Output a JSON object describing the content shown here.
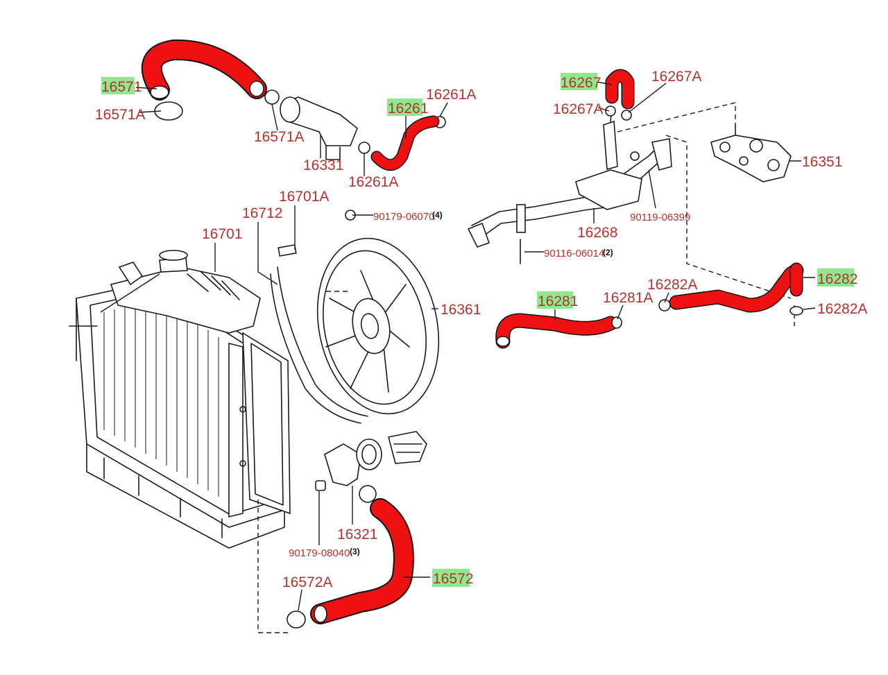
{
  "parts": {
    "p16571": "16571",
    "p16571A_a": "16571A",
    "p16571A_b": "16571A",
    "p16331": "16331",
    "p16261": "16261",
    "p16261A_a": "16261A",
    "p16261A_b": "16261A",
    "p16267": "16267",
    "p16267A_a": "16267A",
    "p16267A_b": "16267A",
    "p16351": "16351",
    "p16268": "16268",
    "p90119": "90119-06399",
    "p90116": "90116-06014",
    "p90116_qty": "(2)",
    "p90179_a": "90179-06070",
    "p90179_a_qty": "(4)",
    "p16701": "16701",
    "p16712": "16712",
    "p16701A": "16701A",
    "p16361": "16361",
    "p16281": "16281",
    "p16281A": "16281A",
    "p16282A_a": "16282A",
    "p16282": "16282",
    "p16282A_b": "16282A",
    "p16321": "16321",
    "p90179_b": "90179-08040",
    "p90179_b_qty": "(3)",
    "p16572A": "16572A",
    "p16572": "16572"
  },
  "colors": {
    "hose_highlight": "#ee1111",
    "label_text": "#b5322e",
    "label_highlight": "#8fe88f",
    "line_art": "#1a1a1a"
  }
}
